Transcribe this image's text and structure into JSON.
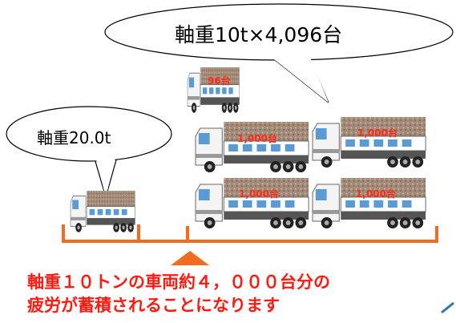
{
  "bubbles": {
    "top": "軸重10t×4,096台",
    "left": "軸重20.0t"
  },
  "truck_labels": {
    "small": "96台",
    "row1_left": "1,000台",
    "row1_right": "1,000台",
    "row2_left": "1,000台",
    "row2_right": "1,000台"
  },
  "caption": {
    "line1": "軸重１０トンの車両約４，０００台分の",
    "line2": "疲労が蓄積されることになります"
  },
  "colors": {
    "scale": "#f26b1f",
    "caption": "#ff1a10",
    "truck_label": "#ff2a1a",
    "cargo": "#a38b78",
    "cab": "#ffffff",
    "window": "#5b9bd5"
  }
}
